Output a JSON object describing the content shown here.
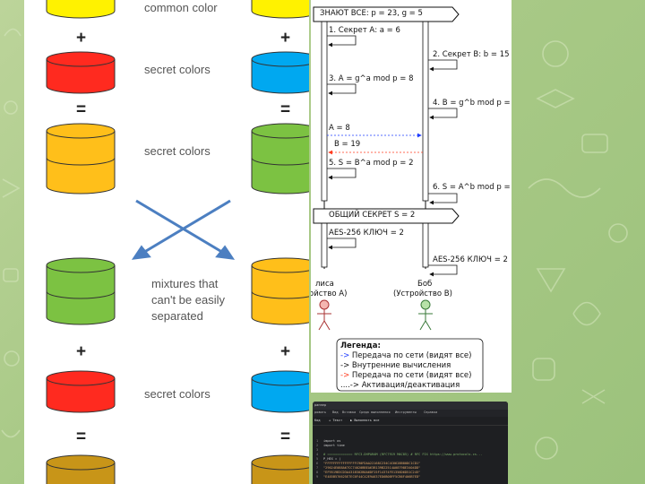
{
  "dh_image": {
    "top_right_label": "common color",
    "plus": "+",
    "equals": "=",
    "secret_colors_1": "secret colors",
    "secret_colors_2": "secret colors",
    "mixture_line1": "mixtures that",
    "mixture_line2": "can't be easily",
    "mixture_line3": "separated",
    "secret_colors_3": "secret colors",
    "colors": {
      "yellow": "#fff200",
      "red": "#ff2a1f",
      "blue": "#00a8f0",
      "orange": "#ffbf1a",
      "green": "#7cc242",
      "brown": "#c89518",
      "arrow": "#4c7fc1"
    }
  },
  "sequence": {
    "header": "ЗНАЮТ ВСЕ: p = 23, g = 5",
    "step1": "1. Секрет А: a = 6",
    "step2": "2. Секрет B: b = 15",
    "step3": "3. A = g^a mod p = 8",
    "step4": "4. B = g^b mod p =",
    "msg_a": "A = 8",
    "msg_b": "B = 19",
    "step5": "5. S = B^a mod p = 2",
    "step6": "6. S = A^b mod p =",
    "shared": "ОБЩИЙ СЕКРЕТ S = 2",
    "aes_a": "AES-256 КЛЮЧ = 2",
    "aes_b": "AES-256 КЛЮЧ = 2",
    "alice_1": "лиса",
    "alice_2": "ойство А)",
    "bob_1": "Боб",
    "bob_2": "(Устройство B)",
    "legend_title": "Легенда:",
    "legend_items": [
      {
        "arrow": "->",
        "text": " Передача по сети (видят все)",
        "color": "#1f3cff"
      },
      {
        "arrow": "->",
        "text": " Внутренние вычисления",
        "color": "#111111"
      },
      {
        "arrow": "->",
        "text": " Передача по сети (видят все)",
        "color": "#ff3b1f"
      },
      {
        "arrow": "....->",
        "text": " Активация/деактивация",
        "color": "#111111"
      }
    ]
  },
  "code_window": {
    "title": "ранзер",
    "menu": [
      "рожить",
      "Вид",
      "Вставка",
      "Среда выполнения",
      "Инструменты",
      "Справка"
    ],
    "toolbar": [
      "Код",
      "+ Текст",
      "▶ Выполнить все"
    ],
    "lines": [
      {
        "n": "1",
        "t": "import os"
      },
      {
        "n": "2",
        "t": "import time"
      },
      {
        "n": "3",
        "t": ""
      },
      {
        "n": "4",
        "t": "# ============= RFC3-DHPARAM (RFC7919 MAC85) # RFC FIX https://www.protocols.cs..."
      },
      {
        "n": "5",
        "t": "P_HEX = ("
      },
      {
        "n": "6",
        "t": "    \"FFFFFFFFFFFFFFFFC90FDAA22168C234C4C6628B80DC1CD1\""
      },
      {
        "n": "7",
        "t": "    \"29024E088A67CC74020BBEA63B139B22514A08798E3404DD\""
      },
      {
        "n": "8",
        "t": "    \"EF9519B3CD3A431B302B0A6DF25F14374FE1356D6D51C245\""
      },
      {
        "n": "9",
        "t": "    \"E485B576625E7EC6F44C42E9A637ED6B0BFF5CB6F406B7ED\""
      }
    ]
  }
}
